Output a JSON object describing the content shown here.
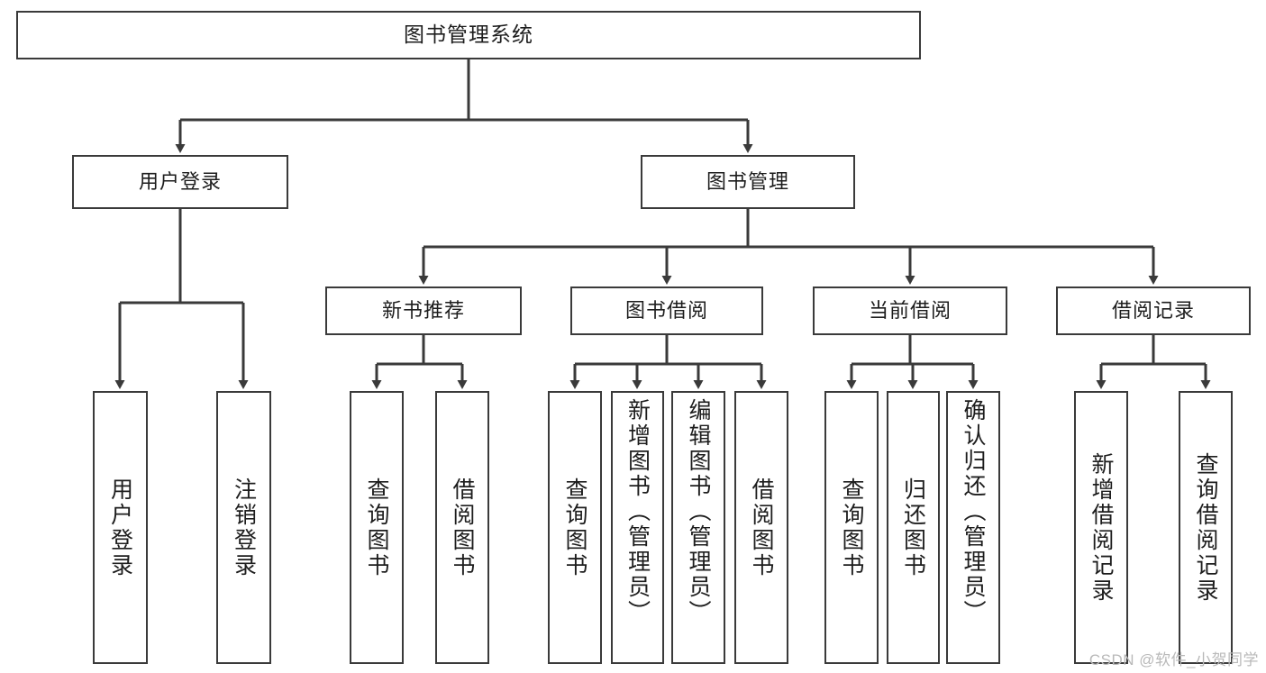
{
  "diagram": {
    "type": "tree",
    "title": "图书管理系统",
    "colors": {
      "stroke": "#3a3a3a",
      "fill": "#ffffff",
      "text": "#1d1d1d",
      "watermark": "#b9b9b9"
    },
    "root": {
      "label": "图书管理系统"
    },
    "level2": [
      {
        "id": "login",
        "label": "用户登录"
      },
      {
        "id": "books",
        "label": "图书管理"
      }
    ],
    "level3": [
      {
        "id": "new",
        "label": "新书推荐"
      },
      {
        "id": "borrow",
        "label": "图书借阅"
      },
      {
        "id": "current",
        "label": "当前借阅"
      },
      {
        "id": "record",
        "label": "借阅记录"
      }
    ],
    "leaves": {
      "login": [
        "用户登录",
        "注销登录"
      ],
      "new": [
        "查询图书",
        "借阅图书"
      ],
      "borrow": [
        "查询图书",
        "新增图书（管理员）",
        "编辑图书（管理员）",
        "借阅图书"
      ],
      "current": [
        "查询图书",
        "归还图书",
        "确认归还（管理员）"
      ],
      "record": [
        "新增借阅记录",
        "查询借阅记录"
      ]
    }
  },
  "watermark": {
    "text": "CSDN @软件_小贺同学"
  }
}
